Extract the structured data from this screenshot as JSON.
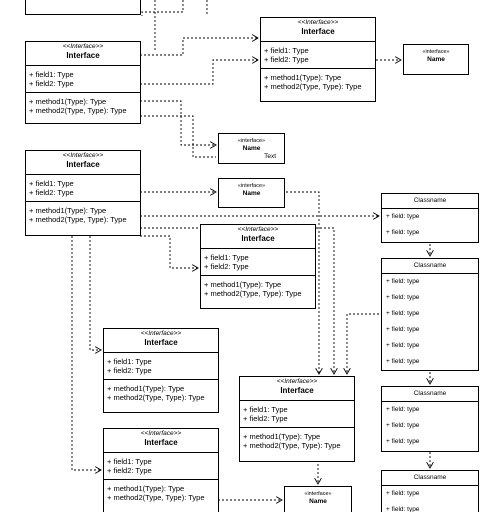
{
  "interface_boxes": [
    {
      "id": "iface-a",
      "stereotype": "<<Interface>>",
      "name": "Interface",
      "fields": [
        "+ field1: Type",
        "+ field2: Type"
      ],
      "methods": [
        "+ method1(Type): Type",
        "+ method2(Type, Type): Type"
      ]
    },
    {
      "id": "iface-b",
      "stereotype": "<<Interface>>",
      "name": "Interface",
      "fields": [
        "+ field1: Type",
        "+ field2: Type"
      ],
      "methods": [
        "+ method1(Type): Type",
        "+ method2(Type, Type): Type"
      ]
    },
    {
      "id": "iface-c",
      "stereotype": "<<Interface>>",
      "name": "Interface",
      "fields": [
        "+ field1: Type",
        "+ field2: Type"
      ],
      "methods": [
        "+ method1(Type): Type",
        "+ method2(Type, Type): Type"
      ]
    },
    {
      "id": "iface-d",
      "stereotype": "<<Interface>>",
      "name": "Interface",
      "fields": [
        "+ field1: Type",
        "+ field2: Type"
      ],
      "methods": [
        "+ method1(Type): Type",
        "+ method2(Type, Type): Type"
      ]
    },
    {
      "id": "iface-e",
      "stereotype": "<<Interface>>",
      "name": "Interface",
      "fields": [
        "+ field1: Type",
        "+ field2: Type"
      ],
      "methods": [
        "+ method1(Type): Type",
        "+ method2(Type, Type): Type"
      ]
    },
    {
      "id": "iface-f",
      "stereotype": "<<Interface>>",
      "name": "Interface",
      "fields": [
        "+ field1: Type",
        "+ field2: Type"
      ],
      "methods": [
        "+ method1(Type): Type",
        "+ method2(Type, Type): Type"
      ]
    },
    {
      "id": "iface-g",
      "stereotype": "<<Interface>>",
      "name": "Interface",
      "fields": [
        "+ field1: Type",
        "+ field2: Type"
      ],
      "methods": [
        "+ method1(Type): Type",
        "+ method2(Type, Type): Type"
      ]
    }
  ],
  "small_interfaces": [
    {
      "id": "small-a",
      "stereotype": "«interface»",
      "name": "Name",
      "text": ""
    },
    {
      "id": "small-b",
      "stereotype": "«interface»",
      "name": "Name",
      "text": "Text"
    },
    {
      "id": "small-c",
      "stereotype": "«interface»",
      "name": "Name",
      "text": ""
    },
    {
      "id": "small-d",
      "stereotype": "«interface»",
      "name": "Name",
      "text": ""
    }
  ],
  "class_boxes": [
    {
      "id": "class-a",
      "name": "Classname",
      "rows": [
        "+ field: type",
        "+ field: type"
      ]
    },
    {
      "id": "class-b",
      "name": "Classname",
      "rows": [
        "+ field: type",
        "+ field: type",
        "+ field: type",
        "+ field: type",
        "+ field: type",
        "+ field: type",
        "+ field: type"
      ]
    },
    {
      "id": "class-c",
      "name": "Classname",
      "rows": [
        "+ field: type",
        "+ field: type",
        "+ field: type"
      ]
    },
    {
      "id": "class-d",
      "name": "Classname",
      "rows": [
        "+ field: type",
        "+ field: type"
      ]
    }
  ],
  "colors": {
    "line": "#000000",
    "background": "#ffffff"
  }
}
